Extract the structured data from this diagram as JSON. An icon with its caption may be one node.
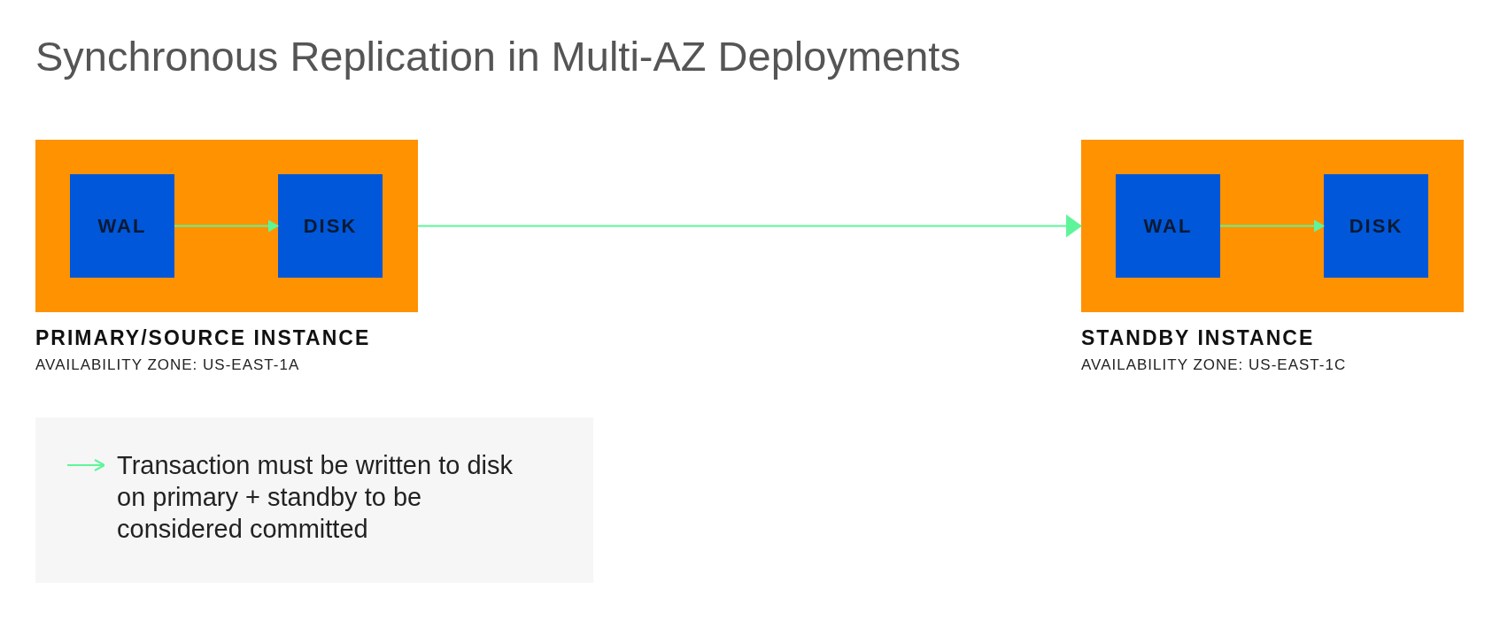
{
  "diagram": {
    "title": "Synchronous Replication in Multi-AZ Deployments",
    "nodes": [
      {
        "text": [
          "PRIMARY/SOURCE INSTANCE",
          "AVAILABILITY ZONE: US-EAST-1A"
        ]
      },
      {
        "text": [
          "WAL"
        ],
        "in": 0
      },
      {
        "text": [
          "DISK"
        ],
        "in": 0
      },
      {
        "text": [
          "STANDBY INSTANCE",
          "AVAILABILITY ZONE: US-EAST-1C"
        ]
      },
      {
        "text": [
          "WAL"
        ],
        "in": 3
      },
      {
        "text": [
          "DISK"
        ],
        "in": 3
      }
    ],
    "edges": [
      {
        "from": 1,
        "to": 2,
        "arrow": "to"
      },
      {
        "from": 0,
        "to": 3,
        "arrow": "to"
      },
      {
        "from": 4,
        "to": 5,
        "arrow": "to"
      }
    ],
    "legend": [
      {
        "text": "Transaction must be written to disk on primary + standby to be considered committed"
      }
    ]
  }
}
